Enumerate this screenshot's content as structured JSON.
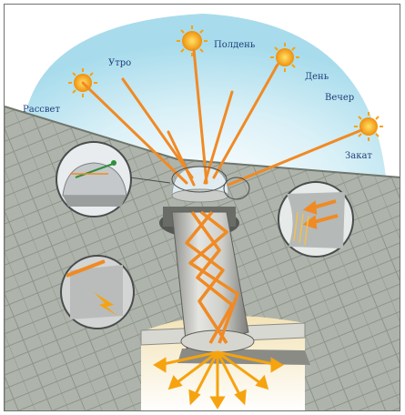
{
  "diagram": {
    "sun_positions": [
      {
        "id": "dawn",
        "label": "Рассвет"
      },
      {
        "id": "morning",
        "label": "Утро"
      },
      {
        "id": "noon",
        "label": "Полдень"
      },
      {
        "id": "day",
        "label": "День"
      },
      {
        "id": "evening",
        "label": "Вечер"
      },
      {
        "id": "sunset",
        "label": "Закат"
      }
    ],
    "colors": {
      "sky": "#bfe6f2",
      "sun": "#f5a30f",
      "beam": "#f08a24",
      "roof": "#a9b0a6",
      "frame_border": "#6e7270"
    }
  }
}
